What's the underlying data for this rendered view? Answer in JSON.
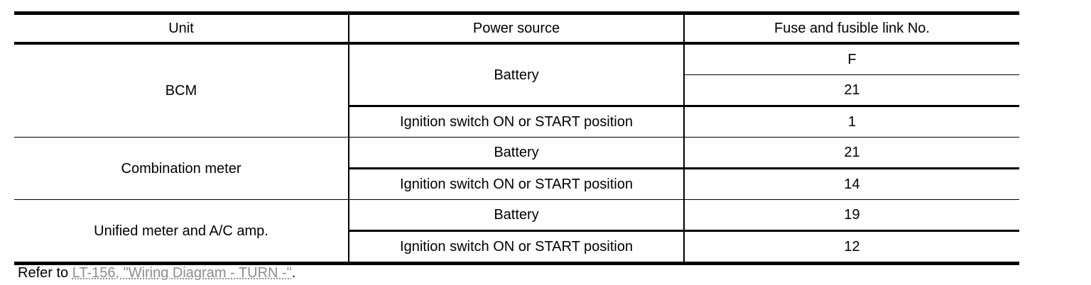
{
  "table": {
    "headers": [
      "Unit",
      "Power source",
      "Fuse and fusible link No."
    ],
    "groups": [
      {
        "unit": "BCM",
        "battery_label": "Battery",
        "battery_fuses": [
          "F",
          "21"
        ],
        "ignition_label": "Ignition switch ON or START position",
        "ignition_fuse": "1"
      },
      {
        "unit": "Combination meter",
        "battery_label": "Battery",
        "battery_fuses": [
          "21"
        ],
        "ignition_label": "Ignition switch ON or START position",
        "ignition_fuse": "14"
      },
      {
        "unit": "Unified meter and A/C amp.",
        "battery_label": "Battery",
        "battery_fuses": [
          "19"
        ],
        "ignition_label": "Ignition switch ON or START position",
        "ignition_fuse": "12"
      }
    ]
  },
  "footer": {
    "prefix": "Refer to ",
    "link_text": "LT-156, \"Wiring Diagram - TURN -\"",
    "suffix": "."
  },
  "colors": {
    "border": "#000000",
    "text": "#000000",
    "link": "#8d8d8d",
    "background": "#ffffff"
  }
}
